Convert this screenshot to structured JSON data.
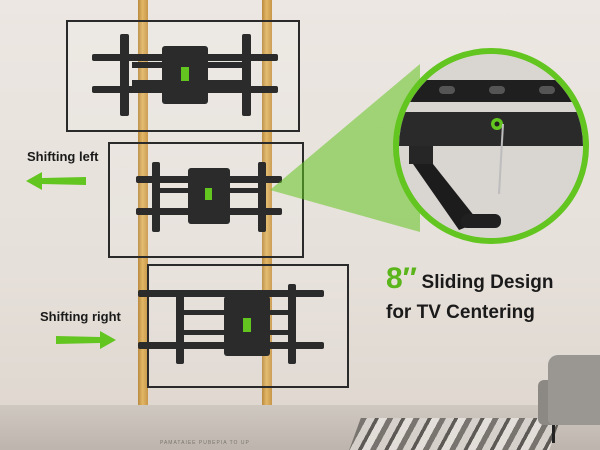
{
  "labels": {
    "shifting_left": "Shifting left",
    "shifting_right": "Shifting right"
  },
  "headline": {
    "number": "8″",
    "line1": "Sliding Design",
    "line2": "for TV Centering"
  },
  "fine_print": "PAMATAIEE PUBEPIA TO UP",
  "colors": {
    "accent_green": "#63c51f",
    "wall": "#ece7e2",
    "stud_wood": "#e2b766",
    "bracket": "#2b2b2b"
  },
  "icons": {
    "left_arrow": "arrow-left-icon",
    "right_arrow": "arrow-right-icon",
    "screw": "screw-icon",
    "level_bubble": "bubble-level-icon"
  }
}
